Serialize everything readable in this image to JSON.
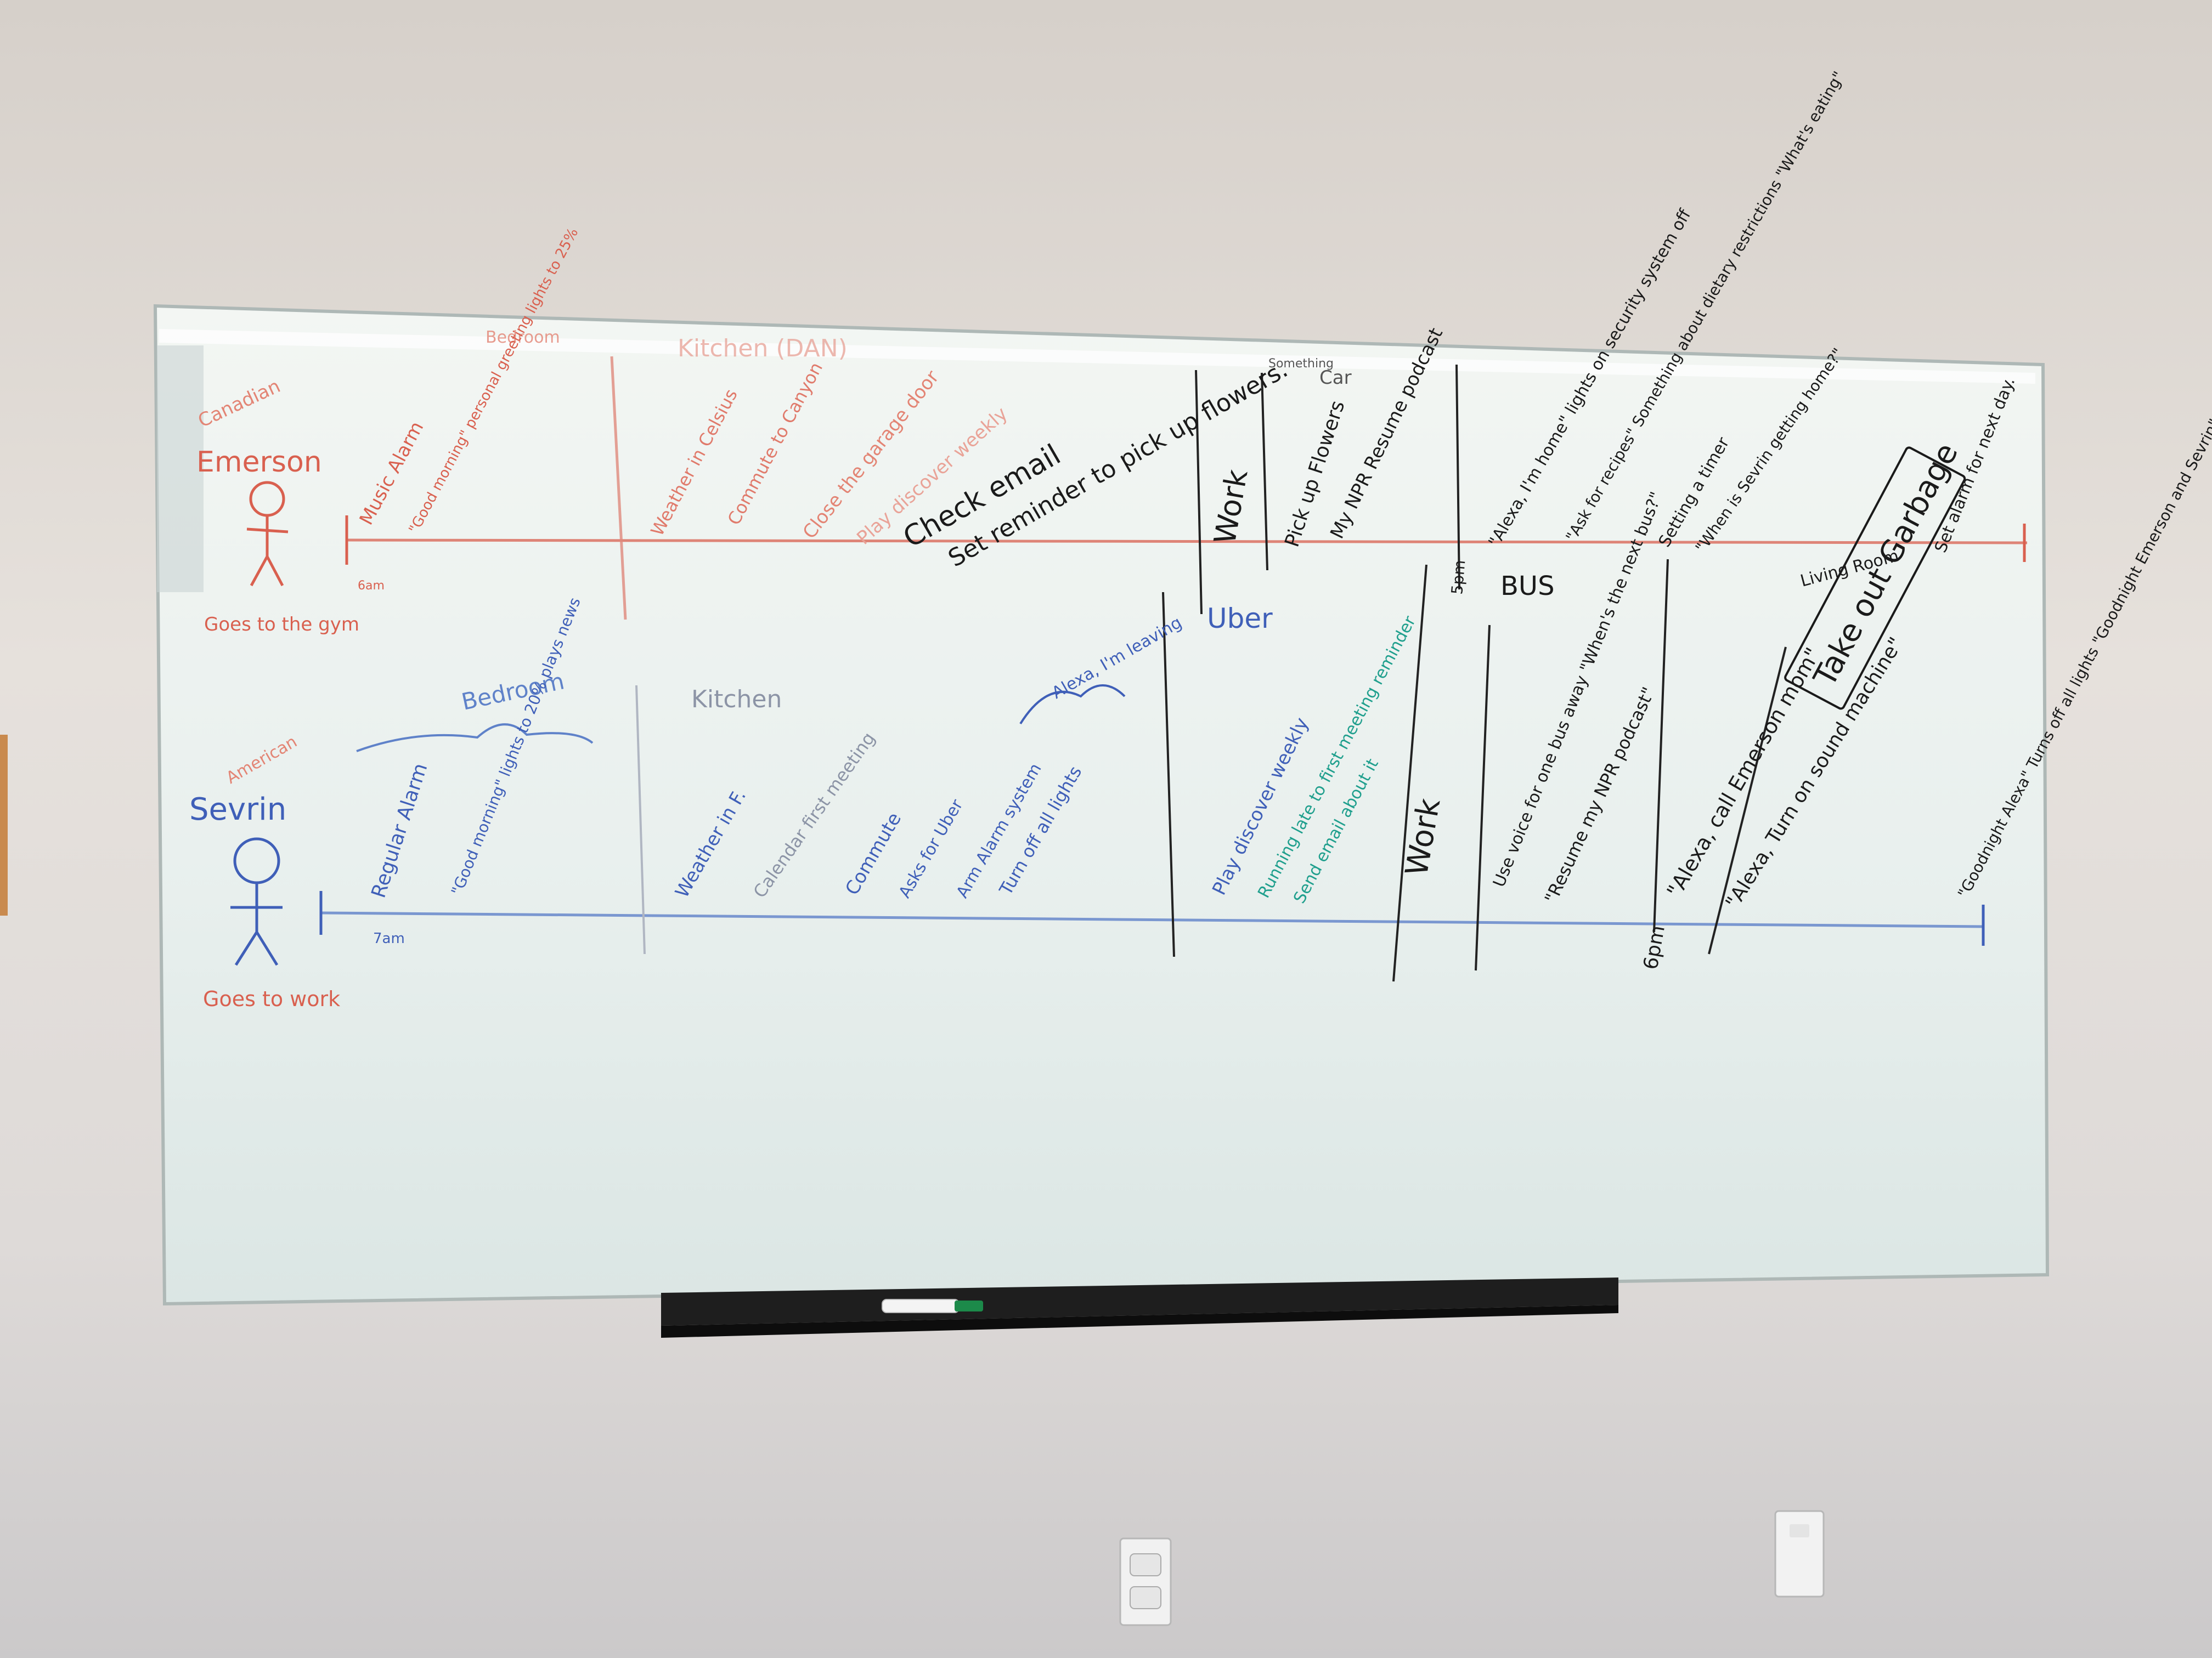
{
  "colors": {
    "wall": "#dcd7d2",
    "board": "#eef3f1",
    "board_edge": "#b9c3c2",
    "emerson_ink": "#d9604f",
    "sevrin_ink": "#3f5fb8",
    "black_ink": "#1a1a1a",
    "teal_ink": "#1f9f8d",
    "gray_ink": "#8c94a6"
  },
  "emerson": {
    "name": "Emerson",
    "tag": "Canadian",
    "note": "Goes to the gym",
    "start_time": "6am",
    "bedroom_label": "Bedroom",
    "kitchen_label": "Kitchen (DAN)",
    "car_label": "Car",
    "car_note": "Something",
    "items": [
      "Music Alarm",
      "\"Good morning\" personal greeting lights to 25%",
      "Weather in Celsius",
      "Commute to Canyon",
      "Close the garage door",
      "Play discover weekly",
      "Check email",
      "Set reminder to pick up flowers.",
      "Work",
      "Pick up Flowers",
      "My NPR Resume podcast",
      "\"Alexa, I'm home\" lights on security system off",
      "\"Ask for recipes\" Something about dietary restrictions \"What's eating\"",
      "Setting a timer",
      "\"When is Sevrin getting home?\"",
      "Set alarm for next day."
    ],
    "time_5pm": "5pm",
    "bus_label": "BUS",
    "living_label": "Living Room",
    "garbage_box": "Take out Garbage"
  },
  "sevrin": {
    "name": "Sevrin",
    "tag": "American",
    "note": "Goes to work",
    "start_time": "7am",
    "bedroom_label": "Bedroom",
    "kitchen_label": "Kitchen",
    "alexa_cleaning": "Alexa, I'm leaving",
    "uber_label": "Uber",
    "items": [
      "Regular Alarm",
      "\"Good morning\" lights to 20% plays news",
      "Weather in F.",
      "Calendar first meeting",
      "Commute",
      "Asks for Uber",
      "Arm Alarm system",
      "Turn off all lights",
      "Play discover weekly",
      "Running late to first meeting reminder",
      "Send email about it",
      "Work",
      "Use voice for one bus away \"When's the next bus?\"",
      "\"Resume my NPR podcast\"",
      "\"Alexa, call Emerson mom\"",
      "\"Alexa, Turn on sound machine\"",
      "\"Goodnight Alexa\" Turns off all lights \"Goodnight Emerson and Sevrin\""
    ],
    "time_6pm": "6pm"
  }
}
